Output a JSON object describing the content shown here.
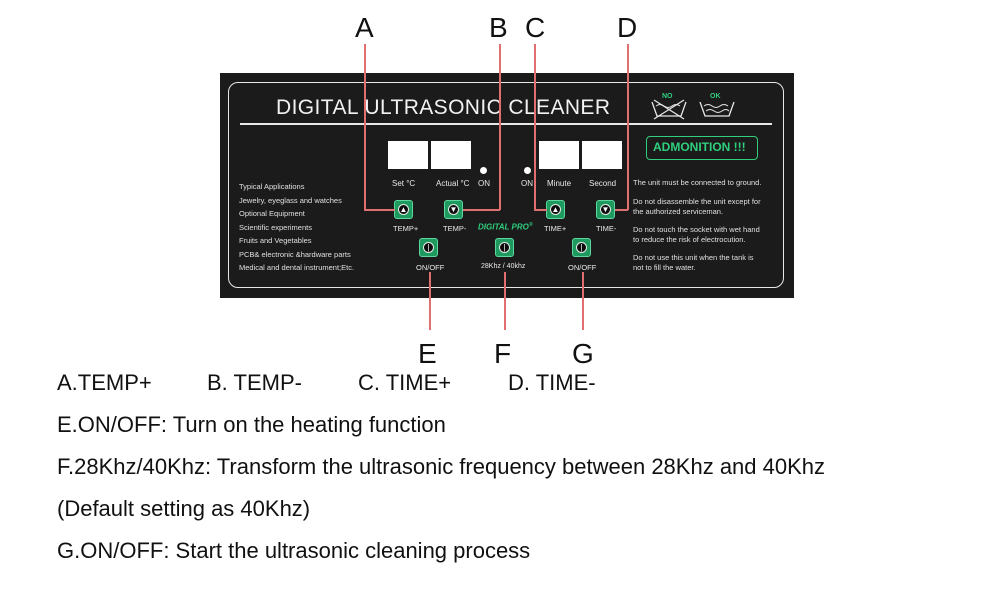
{
  "callouts": [
    "A",
    "B",
    "C",
    "D",
    "E",
    "F",
    "G"
  ],
  "panel": {
    "title": "DIGITAL ULTRASONIC CLEANER",
    "wash_no": "NO",
    "wash_ok": "OK",
    "display_labels": {
      "set": "Set  °C",
      "actual": "Actual °C",
      "on_left": "ON",
      "on_right": "ON",
      "minute": "Minute",
      "second": "Second"
    },
    "applications": [
      "Typical Applications",
      "Jewelry, eyeglass and watches",
      "Optional Equipment",
      "Scientific experiments",
      "Fruits and Vegetables",
      "PCB& electronic &hardware parts",
      "Medical and dental instrument;Etc."
    ],
    "buttons": {
      "temp_plus": "TEMP+",
      "temp_minus": "TEMP-",
      "time_plus": "TIME+",
      "time_minus": "TIME-",
      "heat_onoff": "ON/OFF",
      "freq": "28Khz / 40khz",
      "clean_onoff": "ON/OFF"
    },
    "brand": "DIGITAL PRO",
    "brand_mark": "®",
    "admonition": {
      "title": "ADMONITION !!!",
      "warnings": [
        [
          "The unit must be connected to ground."
        ],
        [
          "Do not disassemble the unit except  for",
          "the authorized serviceman."
        ],
        [
          "Do not touch the socket with wet hand",
          "to reduce the risk of electrocution."
        ],
        [
          "Do not use this unit when the tank is",
          "not to fill the water."
        ]
      ]
    }
  },
  "legend": {
    "row1": [
      "A.TEMP+",
      "B. TEMP-",
      "C. TIME+",
      "D. TIME-"
    ],
    "e": "E.ON/OFF: Turn on the heating function",
    "f": "F.28Khz/40Khz: Transform the ultrasonic frequency between 28Khz and 40Khz",
    "f2": "(Default setting as 40Khz)",
    "g": "G.ON/OFF: Start the ultrasonic cleaning process"
  },
  "colors": {
    "panel": "#1b1b1b",
    "button": "#1f9a5e",
    "accent": "#2fcf7e",
    "leader": "#e07070"
  }
}
